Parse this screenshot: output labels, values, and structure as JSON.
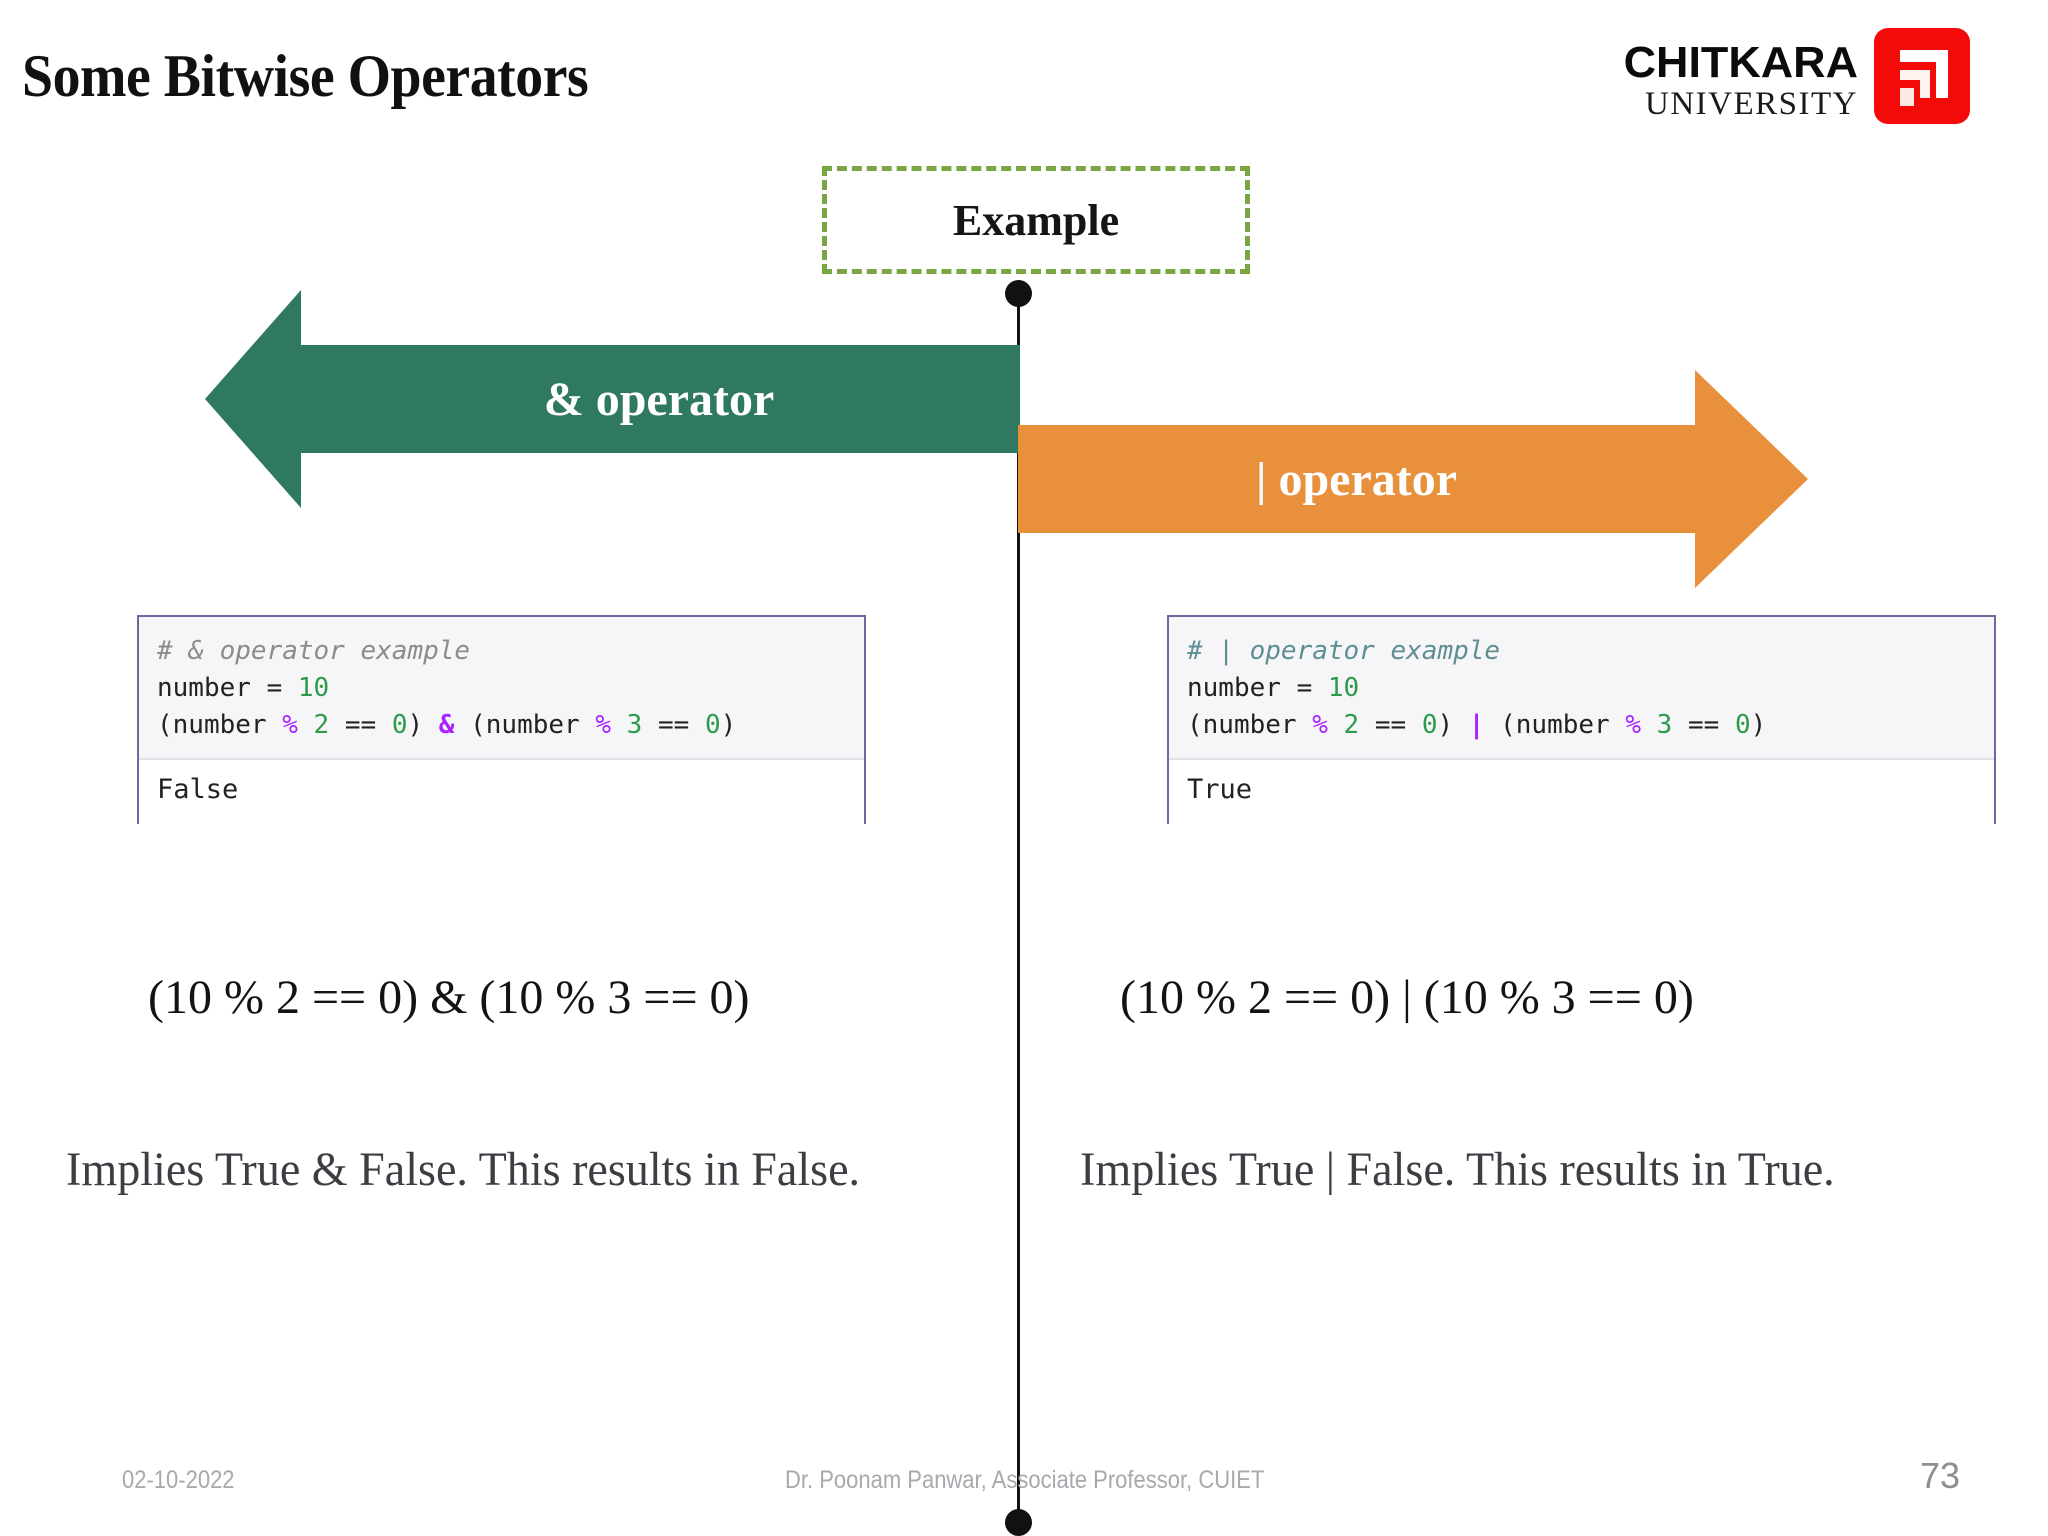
{
  "slide": {
    "title": "Some Bitwise Operators",
    "page_number": "73",
    "accent_green": "#2F7862",
    "accent_orange": "#E8903C",
    "dash_green": "#79A642",
    "logo_red": "#F50A0A"
  },
  "logo": {
    "name": "CHITKARA",
    "subtitle": "UNIVERSITY",
    "mark_icon": "chitkara-square-mark-icon"
  },
  "example_box": {
    "label": "Example"
  },
  "arrows": {
    "left": {
      "label": "& operator",
      "direction": "left",
      "color": "#2F7862"
    },
    "right": {
      "label": "| operator",
      "direction": "right",
      "color": "#E8903C"
    }
  },
  "code_left": {
    "comment": "# & operator example",
    "line2": {
      "a": "number = ",
      "num": "10"
    },
    "line3": {
      "p1": "(number ",
      "pct1": "%",
      "p2": " ",
      "n1": "2",
      "p3": " == ",
      "n2": "0",
      "p4": ") ",
      "op": "&",
      "p5": " (number ",
      "pct2": "%",
      "p6": " ",
      "n3": "3",
      "p7": " == ",
      "n4": "0",
      "p8": ")"
    },
    "output": "False"
  },
  "code_right": {
    "comment": "# | operator example",
    "line2": {
      "a": "number = ",
      "num": "10"
    },
    "line3": {
      "p1": "(number ",
      "pct1": "%",
      "p2": " ",
      "n1": "2",
      "p3": " == ",
      "n2": "0",
      "p4": ") ",
      "op": "|",
      "p5": " (number ",
      "pct2": "%",
      "p6": " ",
      "n3": "3",
      "p7": " == ",
      "n4": "0",
      "p8": ")"
    },
    "output": "True"
  },
  "expressions": {
    "left": "(10 % 2 == 0) & (10 % 3 == 0)",
    "right": "(10 % 2 == 0) | (10 % 3 == 0)"
  },
  "implies": {
    "left": "Implies True & False. This results in False.",
    "right": "Implies True | False. This results in True."
  },
  "footer": {
    "date": "02-10-2022",
    "author": "Dr. Poonam Panwar, Associate Professor, CUIET"
  }
}
